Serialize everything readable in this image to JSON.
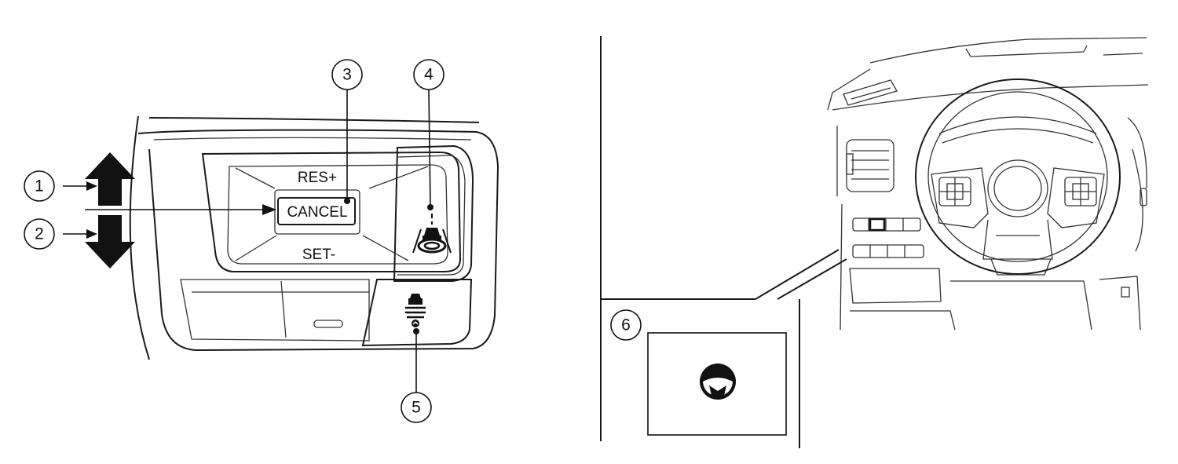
{
  "callouts": [
    "1",
    "2",
    "3",
    "4",
    "5",
    "6"
  ],
  "switch_labels": {
    "res": "RES+",
    "cancel": "CANCEL",
    "set": "SET-"
  },
  "colors": {
    "line": "#1a1a1a",
    "background": "#ffffff"
  }
}
